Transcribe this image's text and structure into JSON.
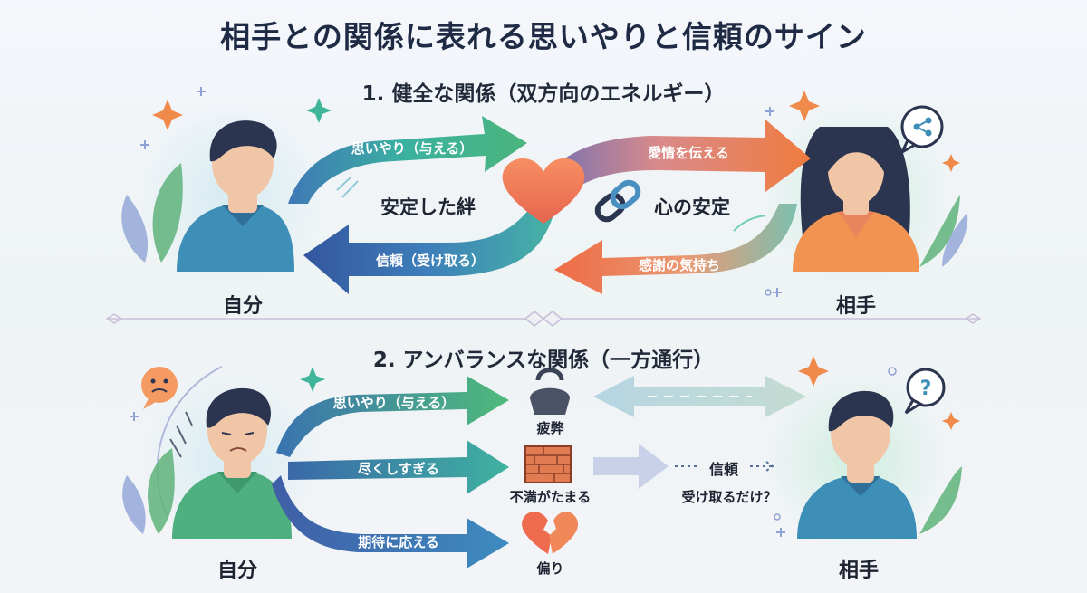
{
  "title": "相手との関係に表れる思いやりと信頼のサイン",
  "section1": {
    "heading": "1. 健全な関係（双方向のエネルギー）",
    "self_label": "自分",
    "partner_label": "相手",
    "arrow_give": "思いやり（与える）",
    "arrow_affection": "愛情を伝える",
    "arrow_trust": "信頼（受け取る）",
    "arrow_gratitude": "感謝の気持ち",
    "center_bond": "安定した絆",
    "center_security": "心の安定"
  },
  "section2": {
    "heading": "2. アンバランスな関係（一方通行）",
    "self_label": "自分",
    "partner_label": "相手",
    "arrow_give": "思いやり（与える）",
    "arrow_overdo": "尽くしすぎる",
    "arrow_expect": "期待に応える",
    "fatigue": "疲弊",
    "frustration": "不満がたまる",
    "bias": "偏り",
    "trust_only": "信頼",
    "receive_only": "受け取るだけ？"
  },
  "colors": {
    "teal": "#3fb59a",
    "green": "#48a96c",
    "blue": "#3d67ae",
    "orange": "#ef7f45",
    "heart": "#f07559",
    "person_skin": "#f1c6a6",
    "shirt_green": "#4fb07f",
    "shirt_orange": "#f19452"
  },
  "icons": [
    "sparkle-icon",
    "share-bubble-icon",
    "question-bubble-icon",
    "sad-face-icon",
    "kettlebell-icon",
    "brick-wall-icon",
    "broken-heart-icon",
    "chain-link-icon",
    "heart-icon"
  ]
}
